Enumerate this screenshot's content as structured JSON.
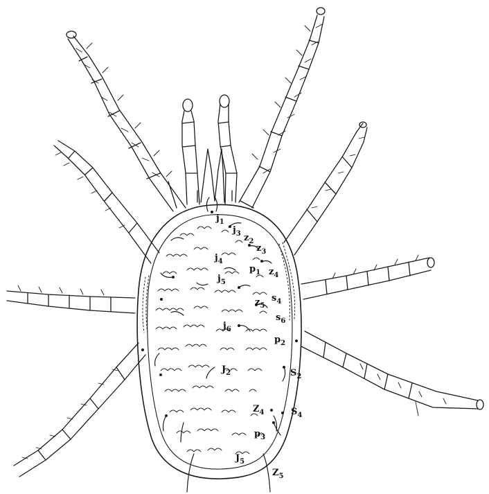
{
  "figure": {
    "ink_color": "#1a1a1a",
    "background_color": "#ffffff"
  },
  "labels": {
    "j1": {
      "base": "j",
      "sub": "1"
    },
    "j3": {
      "base": "j",
      "sub": "3"
    },
    "z2": {
      "base": "z",
      "sub": "2"
    },
    "z3": {
      "base": "z",
      "sub": "3"
    },
    "j4": {
      "base": "j",
      "sub": "4"
    },
    "p1": {
      "base": "p",
      "sub": "1"
    },
    "z4a": {
      "base": "z",
      "sub": "4"
    },
    "j5": {
      "base": "j",
      "sub": "5"
    },
    "s4a": {
      "base": "s",
      "sub": "4"
    },
    "z5a": {
      "base": "z",
      "sub": "5"
    },
    "s6": {
      "base": "s",
      "sub": "6"
    },
    "j6": {
      "base": "j",
      "sub": "6"
    },
    "p2": {
      "base": "p",
      "sub": "2"
    },
    "J2": {
      "base": "J",
      "sub": "2"
    },
    "S2": {
      "base": "S",
      "sub": "2"
    },
    "Z4": {
      "base": "Z",
      "sub": "4"
    },
    "S4": {
      "base": "S",
      "sub": "4"
    },
    "p3": {
      "base": "p",
      "sub": "3"
    },
    "J5": {
      "base": "J",
      "sub": "5"
    },
    "Z5": {
      "base": "Z",
      "sub": "5"
    }
  }
}
